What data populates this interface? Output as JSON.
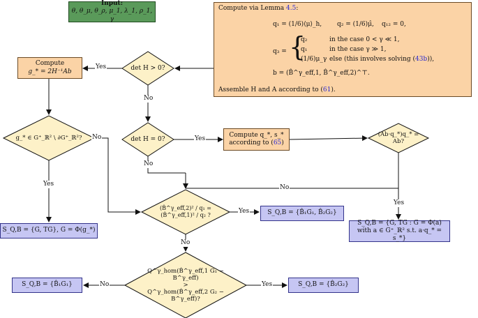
{
  "input": {
    "title": "Input:",
    "params": "θ, θ_μ, θ_ρ, μ_1, λ_1, ρ_1, γ"
  },
  "lemma": {
    "heading_prefix": "Compute via Lemma ",
    "heading_ref": "4.5",
    "heading_suffix": ":",
    "q1": "q₁ = (1/6)⟨μ⟩_h,",
    "q2": "q₂ = (1/6)μ̂,",
    "q12": "q₁₂ = 0,",
    "q3_label": "q₃ =",
    "case1_val": "q₂",
    "case1_cond": "in the case 0 < γ ≪ 1,",
    "case2_val": "q₁",
    "case2_cond": "in the case γ ≫ 1,",
    "case3_val": "(1/6)μ_γ",
    "case3_cond_prefix": "else (this involves solving (",
    "case3_ref": "43b",
    "case3_cond_suffix": ")),",
    "b_eq": "b = (B̂^γ_eff,1, B̂^γ_eff,2)^⊤.",
    "footer_prefix": "Assemble H and A according to (",
    "footer_ref": "61",
    "footer_suffix": ")."
  },
  "compute_g": {
    "line1": "Compute",
    "line2": "g_* = 2H⁻¹Ab"
  },
  "compute_q": {
    "line1": "Compute q_*, s_*",
    "line2_prefix": "according to (",
    "line2_ref": "65",
    "line2_suffix": ")"
  },
  "decisions": {
    "det_pos": "det H > 0?",
    "det_zero": "det H = 0?",
    "g_in_set": "g_* ∈ G⁺_ℝ² \\ ∂G⁺_ℝ²?",
    "ab_q": "(Ab·q_*)q_* = Ab?",
    "ratio_line1": "(B̂^γ_eff,2)² / q₁ = (B̂^γ_eff,1)² / q₂ ?",
    "q_hom_line1": "Q^γ_hom(B̂^γ_eff,1 G₁ − B^γ_eff)",
    "q_hom_line2": ">",
    "q_hom_line3": "Q^γ_hom(B̂^γ_eff,2 G₂ − B^γ_eff)?"
  },
  "results": {
    "s_g": "S_Q,B = {G, TG}, G = Φ(g_*)",
    "s_b1b2": "S_Q,B = {B̂₁G₁, B̂₂G₂}",
    "s_phi_line1": "S_Q,B = {G, TG : G = Φ(a)",
    "s_phi_line2": "with a ∈ G⁺_ℝ² s.t. a·q_* = s_*}",
    "s_b1": "S_Q,B = {B̂₁G₁}",
    "s_b2": "S_Q,B = {B̂₂G₂}"
  },
  "labels": {
    "yes": "Yes",
    "no": "No"
  }
}
